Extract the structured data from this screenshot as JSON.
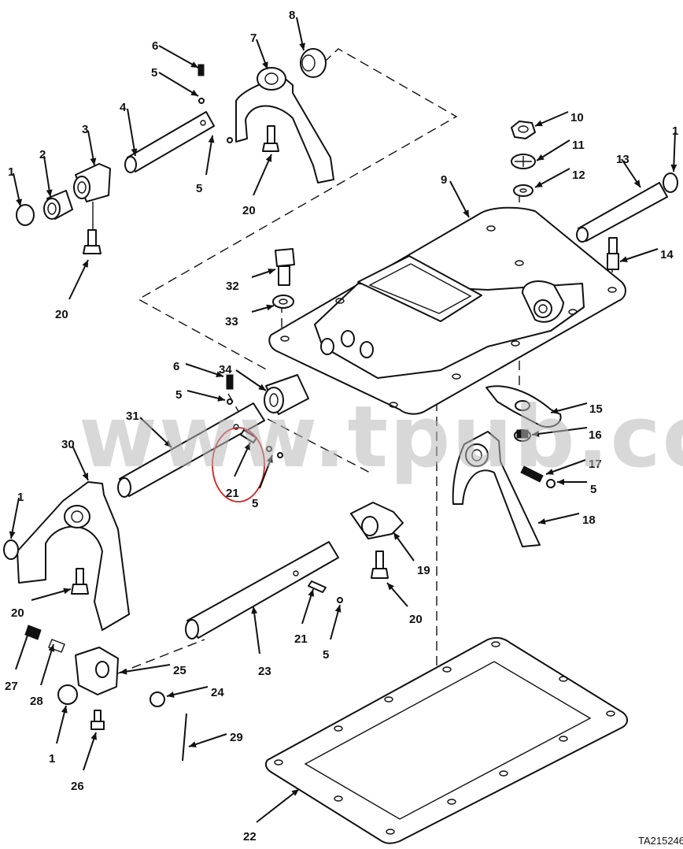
{
  "figure": {
    "reference_code": "TA215246",
    "watermark": "www.tpub.com",
    "highlight_color": "#d42020",
    "highlighted_item": "21"
  },
  "callouts": [
    {
      "id": "c-1a",
      "label": "1"
    },
    {
      "id": "c-2",
      "label": "2"
    },
    {
      "id": "c-3",
      "label": "3"
    },
    {
      "id": "c-4",
      "label": "4"
    },
    {
      "id": "c-5a",
      "label": "5"
    },
    {
      "id": "c-6a",
      "label": "6"
    },
    {
      "id": "c-7",
      "label": "7"
    },
    {
      "id": "c-8",
      "label": "8"
    },
    {
      "id": "c-5b",
      "label": "5"
    },
    {
      "id": "c-20a",
      "label": "20"
    },
    {
      "id": "c-20b",
      "label": "20"
    },
    {
      "id": "c-9",
      "label": "9"
    },
    {
      "id": "c-10",
      "label": "10"
    },
    {
      "id": "c-11",
      "label": "11"
    },
    {
      "id": "c-12",
      "label": "12"
    },
    {
      "id": "c-13",
      "label": "13"
    },
    {
      "id": "c-1b",
      "label": "1"
    },
    {
      "id": "c-14",
      "label": "14"
    },
    {
      "id": "c-32",
      "label": "32"
    },
    {
      "id": "c-33",
      "label": "33"
    },
    {
      "id": "c-6b",
      "label": "6"
    },
    {
      "id": "c-34",
      "label": "34"
    },
    {
      "id": "c-5c",
      "label": "5"
    },
    {
      "id": "c-31",
      "label": "31"
    },
    {
      "id": "c-30",
      "label": "30"
    },
    {
      "id": "c-1c",
      "label": "1"
    },
    {
      "id": "c-21a",
      "label": "21"
    },
    {
      "id": "c-5d",
      "label": "5"
    },
    {
      "id": "c-15",
      "label": "15"
    },
    {
      "id": "c-16",
      "label": "16"
    },
    {
      "id": "c-17",
      "label": "17"
    },
    {
      "id": "c-5e",
      "label": "5"
    },
    {
      "id": "c-18",
      "label": "18"
    },
    {
      "id": "c-19",
      "label": "19"
    },
    {
      "id": "c-20c",
      "label": "20"
    },
    {
      "id": "c-20d",
      "label": "20"
    },
    {
      "id": "c-21b",
      "label": "21"
    },
    {
      "id": "c-5f",
      "label": "5"
    },
    {
      "id": "c-23",
      "label": "23"
    },
    {
      "id": "c-25",
      "label": "25"
    },
    {
      "id": "c-24",
      "label": "24"
    },
    {
      "id": "c-27",
      "label": "27"
    },
    {
      "id": "c-28",
      "label": "28"
    },
    {
      "id": "c-1d",
      "label": "1"
    },
    {
      "id": "c-26",
      "label": "26"
    },
    {
      "id": "c-29",
      "label": "29"
    },
    {
      "id": "c-22",
      "label": "22"
    }
  ]
}
